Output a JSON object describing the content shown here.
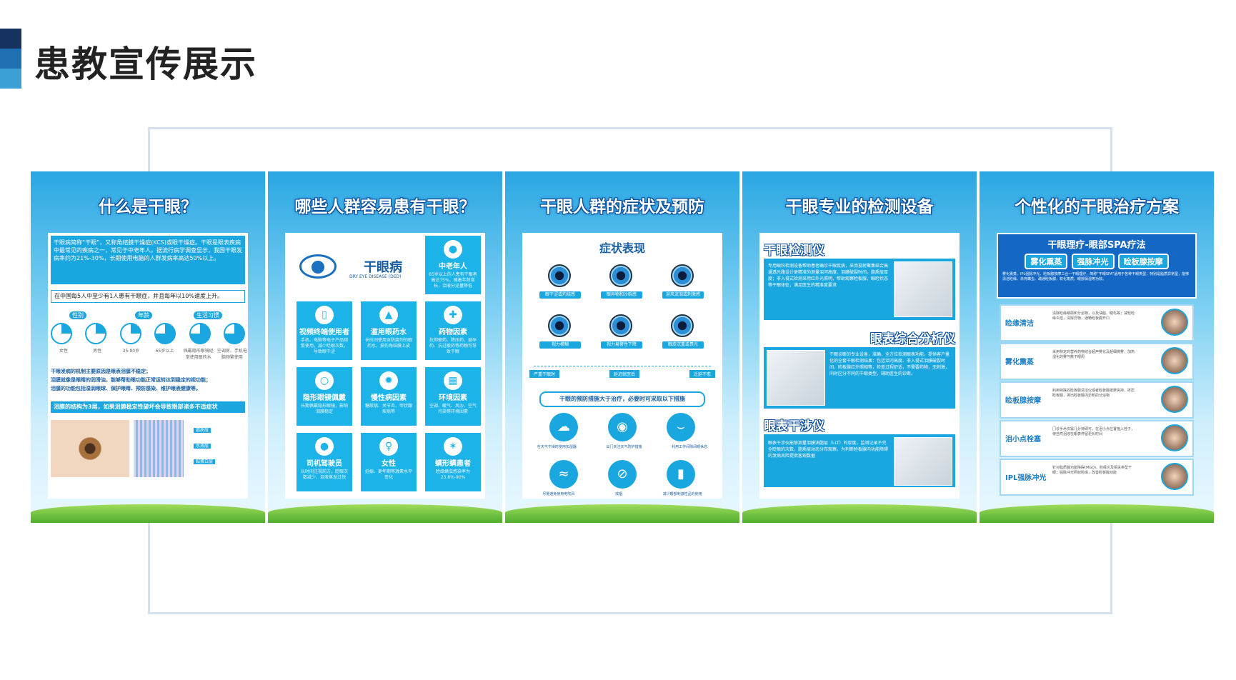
{
  "page": {
    "title": "患教宣传展示"
  },
  "panel1": {
    "title": "什么是干眼？",
    "intro": "干眼病简称“干眼”，又称角结膜干燥症(KCS)或眼干燥症。干眼是眼表疾病中最常见的疾病之一，常见于中老年人。据流行病学调查显示，我国干眼发病率约为21%-30%，长期使用电脑的人群发病率高达50%以上。",
    "stat": "在中国每5人中至少有1人患有干眼症，并且每年以10%速度上升。",
    "groups": [
      "性别",
      "年龄",
      "生活习惯"
    ],
    "circle_labels": [
      "女性",
      "男性",
      "35-80岁",
      "65岁以上",
      "佩戴隐形眼镜经常使用眼药水",
      "空调房、手机电脑频繁使用"
    ],
    "bullets": [
      "干眼发病的机制主要原因是眼表泪膜不稳定；",
      "泪膜就像是眼睛的润滑油，能够帮助眼功能正常运转达到稳定的视功能；",
      "泪膜的功能包括湿润眼球、保护眼睛、预防感染、维护眼表健康等。"
    ],
    "layers_note": "泪膜的结构为3层，如果泪膜稳定性破坏会导致眼部诸多不适症状",
    "layers": [
      "脂质层",
      "水液层",
      "黏蛋白层"
    ]
  },
  "panel2": {
    "title": "哪些人群容易患有干眼？",
    "brand": "干眼病",
    "brand_en": "DRY EYE DISEASE (DED)",
    "tiles": [
      {
        "label": "中老年人",
        "desc": "65岁以上的人患有干眼者高达75%，随着年龄增长，泪液分泌量降低"
      },
      {
        "label": "视频终端使用者",
        "desc": "手机、电脑等电子产品频繁使用，减少眨眼次数，导致眼干涩"
      },
      {
        "label": "滥用眼药水",
        "desc": "长时间使用含防腐剂的眼药水，损伤角结膜上皮"
      },
      {
        "label": "药物因素",
        "desc": "抗抑郁药、降压药、避孕药、抗过敏药等药物可导致干眼"
      },
      {
        "label": "隐形眼镜佩戴",
        "desc": "长期佩戴隐形眼镜，影响泪膜稳定"
      },
      {
        "label": "慢性病因素",
        "desc": "糖尿病、关节炎、甲状腺疾病等"
      },
      {
        "label": "环境因素",
        "desc": "空调、暖气、风沙、空气污染等环境因素"
      },
      {
        "label": "司机驾驶员",
        "desc": "长时间注视前方，眨眼次数减少，泪液蒸发过快"
      },
      {
        "label": "女性",
        "desc": "妊娠、更年期等激素水平变化"
      },
      {
        "label": "螨形螨患者",
        "desc": "睑缘螨虫感染率为23.8%-90%"
      }
    ]
  },
  "panel3": {
    "title": "干眼人群的症状及预防",
    "symptoms_title": "症状表现",
    "symptoms": [
      "眼干涩或灼烧感",
      "眼异物和沙砾感",
      "迎风流泪或刺激感",
      "视力模糊",
      "视力易警性下降",
      "眼皮沉重或畏光"
    ],
    "stages": [
      "严重干眼时",
      "延迟就医后",
      "迁延不愈"
    ],
    "prevention_title": "干眼的预防措施大于治疗，必要时可采取以下措施",
    "prevention": [
      "在天气干燥时使用加湿器",
      "出门关注天气防护措施",
      "利用工作间隙闭眼休息",
      "尽量避免使用电吹风",
      "戒烟",
      "减少眼部刺激性品的使用"
    ]
  },
  "panel4": {
    "title": "干眼专业的检测设备",
    "devices": [
      {
        "name": "干眼检测仪",
        "desc": "专用眼科检测设备帮助患者确诊干眼疾病，采用投射聚集结合高通透光路设计更精准的测量泪河高度、泪膜破裂时间，脂质层厚度；非入侵式检测采用红外光照明，帮助观察睑板腺，眼睑状态等干眼体征，满足医生的精准度要求"
      },
      {
        "name": "眼表综合分析仪",
        "desc": "干眼诊断的专业设备，准确、全方位检测眼表功能，提供客户量化的全套干眼检测结果：包括泪河高度、非入侵式泪膜破裂时间、睑板腺红外照相等，检查过程舒适，不需要药物，无刺激，同时区分不同的干眼类型，辅助医生的诊断。"
      },
      {
        "name": "眼表干涉仪",
        "desc": "眼表干涉仪能够测量泪膜油脂层（LLT）的厚度，监测记录不完全眨眼的次数，脂质层动态分布观察。为判断睑板腺内功能障碍的发病风险提供客观数据"
      }
    ]
  },
  "panel5": {
    "title": "个性化的干眼治疗方案",
    "header": "干眼理疗-眼部SPA疗法",
    "tags": [
      "雾化熏蒸",
      "强脉冲光",
      "睑板腺按摩"
    ],
    "intro": "雾化熏蒸、IPL强脉冲光、睑板腺按摩三合一干眼理疗，简称“干眼SPA”适用于各种干眼类型，特别是脂质异常型，能够清洁睑缘、杀死螨虫、疏通睑板腺，软化角质，眼部保湿等功效。",
    "treatments": [
      {
        "name": "睑缘清洁",
        "desc": "清除睑缘鳞屑和分泌物，以及油脂、睫毛等；减轻睑缘炎症，清除异物，通畅睑板腺开口"
      },
      {
        "name": "雾化熏蒸",
        "desc": "采用特定的营养药物结合超声雾化及超细微雾，加热湿化的雾气敷于眼周"
      },
      {
        "name": "睑板腺按摩",
        "desc": "利用特殊的睑板腺清洁仪或者睑板腺按摩夹持，挤压睑板腺，排出睑板腺内淤积的分泌物"
      },
      {
        "name": "泪小点栓塞",
        "desc": "门诊手术仅需几分钟即可，在泪小点位置植入栓子，使自然泪液在眼表停留更长时间"
      },
      {
        "name": "IPL强脉冲光",
        "desc": "针对脂质腺功能障碍(MGD)、睑缘炎及相关类型干眼；强脉冲光照射睑缘，改善睑板腺功能"
      }
    ]
  }
}
